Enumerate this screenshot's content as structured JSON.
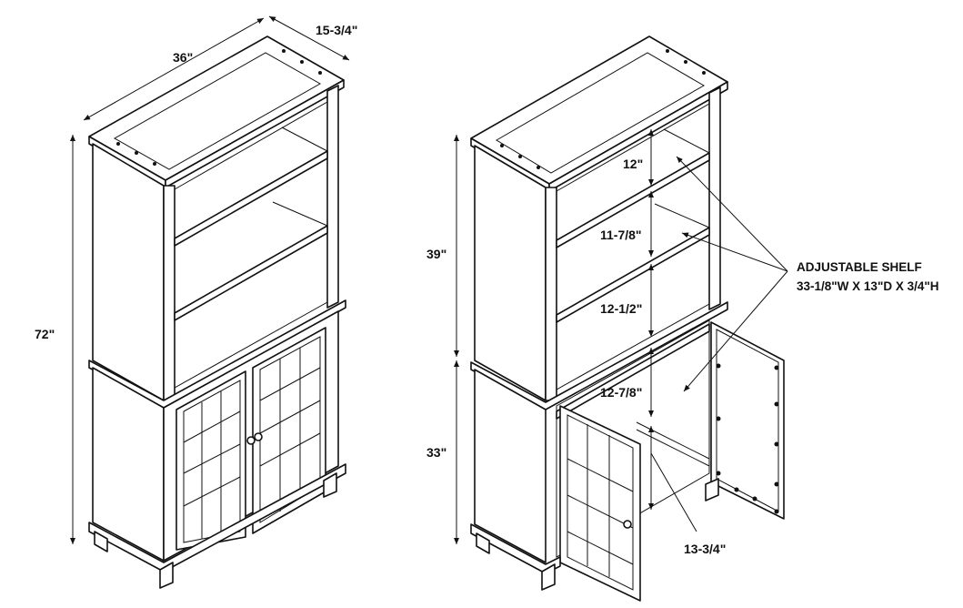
{
  "left_cabinet": {
    "width": "36\"",
    "depth": "15-3/4\"",
    "height": "72\""
  },
  "right_cabinet": {
    "upper_height": "39\"",
    "lower_height": "33\"",
    "shelf_gap_1": "12\"",
    "shelf_gap_2": "11-7/8\"",
    "shelf_gap_3": "12-1/2\"",
    "shelf_gap_4": "12-7/8\"",
    "inner_depth": "13-3/4\""
  },
  "callout": {
    "title": "ADJUSTABLE SHELF",
    "spec": "33-1/8\"W X 13\"D X 3/4\"H"
  }
}
